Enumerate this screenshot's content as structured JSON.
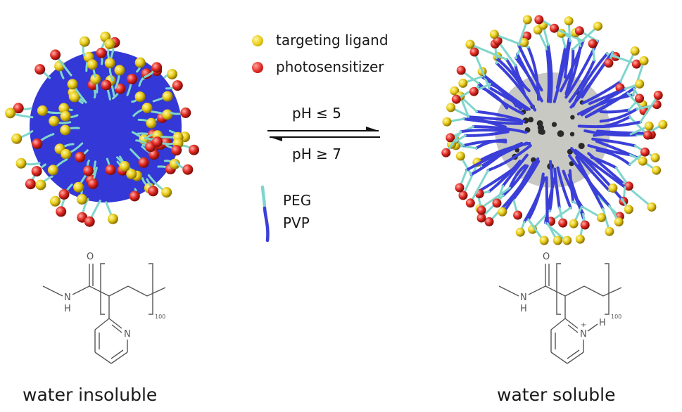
{
  "legend": {
    "ligand_label": "targeting ligand",
    "ligand_color": "#e8cc18",
    "photosensitizer_label": "photosensitizer",
    "photosensitizer_color": "#e02a22",
    "peg_label": "PEG",
    "peg_color": "#7fd6cc",
    "pvp_label": "PVP",
    "pvp_color": "#3b3fd8"
  },
  "equilibrium": {
    "forward_condition": "pH ≤ 5",
    "reverse_condition": "pH ≥ 7"
  },
  "left_particle": {
    "core_color": "#3438d6",
    "caption": "water insoluble",
    "structure": {
      "carbonyl_atom": "O",
      "amide_atom": "N",
      "amide_h": "H",
      "ring_atom": "N",
      "repeat_count": "100"
    }
  },
  "right_particle": {
    "core_color": "#c9c9c4",
    "caption": "water soluble",
    "structure": {
      "carbonyl_atom": "O",
      "amide_atom": "N",
      "amide_h": "H",
      "ring_atom": "N",
      "ring_charge": "+",
      "ring_h": "H",
      "repeat_count": "100"
    }
  }
}
